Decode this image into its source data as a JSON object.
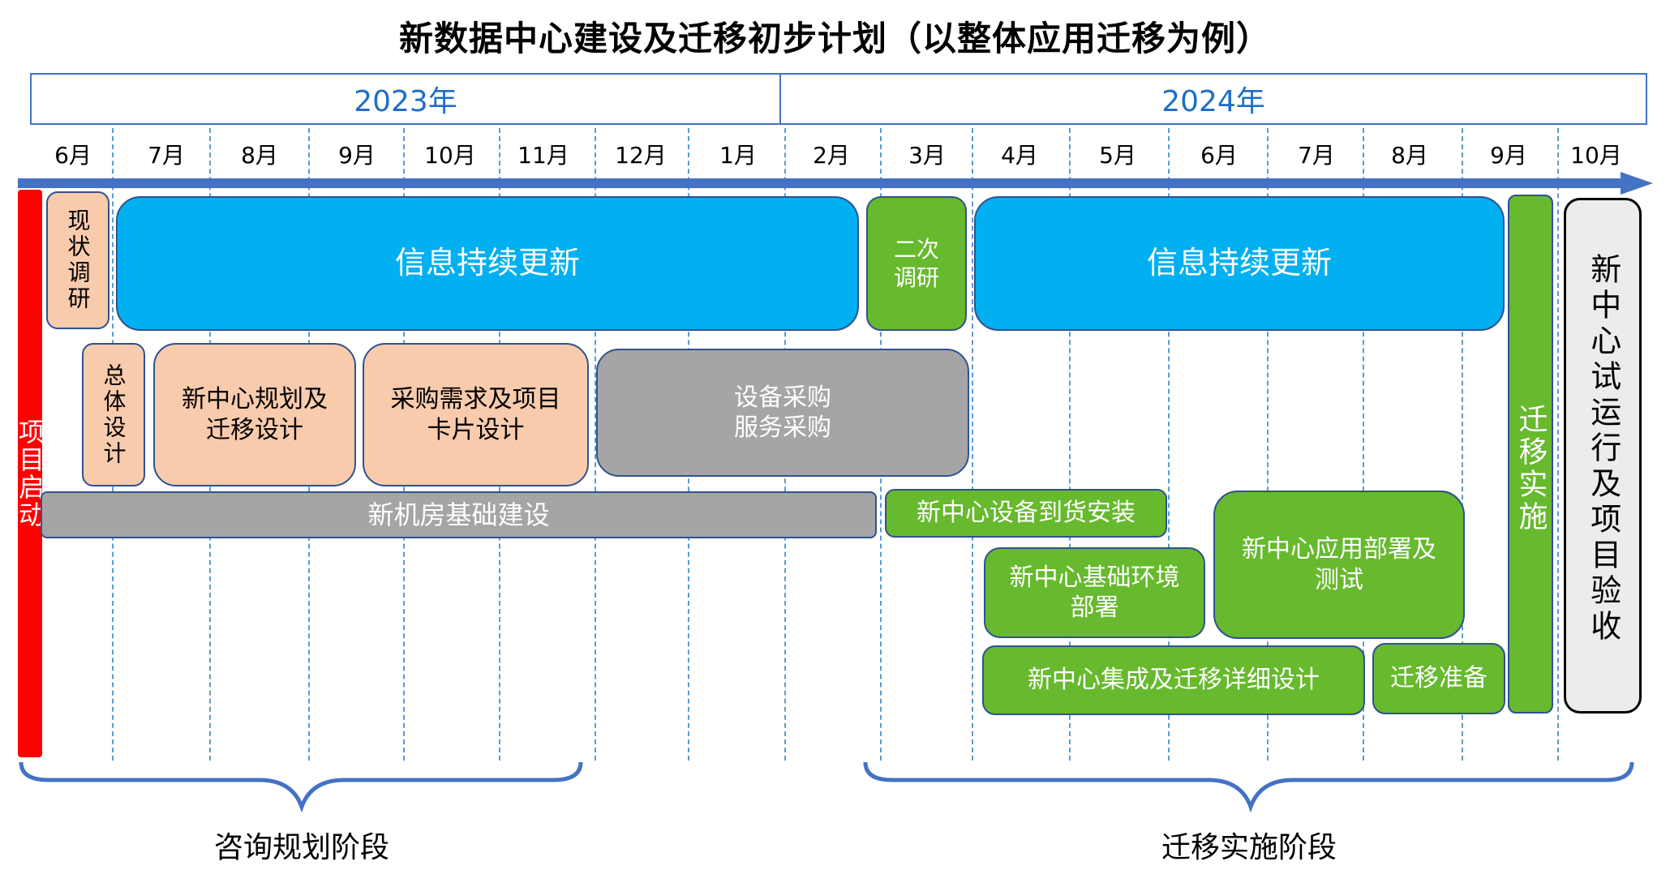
{
  "title": "新数据中心建设及迁移初步计划（以整体应用迁移为例）",
  "years": [
    "2023年",
    "2024年"
  ],
  "months": [
    "6月",
    "7月",
    "8月",
    "9月",
    "10月",
    "11月",
    "12月",
    "1月",
    "2月",
    "3月",
    "4月",
    "5月",
    "6月",
    "7月",
    "8月",
    "9月",
    "10月"
  ],
  "milestone": {
    "label": "项目启动",
    "color": "#ff0000"
  },
  "tasks": {
    "survey": "现状调研",
    "info_update_1": "信息持续更新",
    "second_survey": "二次调研",
    "info_update_2": "信息持续更新",
    "migration_exec": "迁移实施",
    "trial_acceptance": "新中心试运行及项目验收",
    "overall_design": "总体设计",
    "planning_design_l1": "新中心规划及",
    "planning_design_l2": "迁移设计",
    "procurement_req_l1": "采购需求及项目",
    "procurement_req_l2": "卡片设计",
    "equip_purchase_l1": "设备采购",
    "equip_purchase_l2": "服务采购",
    "room_construction": "新机房基础建设",
    "equip_install": "新中心设备到货安装",
    "base_env_l1": "新中心基础环境",
    "base_env_l2": "部署",
    "app_deploy_l1": "新中心应用部署及",
    "app_deploy_l2": "测试",
    "detail_design": "新中心集成及迁移详细设计",
    "migration_prep": "迁移准备"
  },
  "phases": [
    "咨询规划阶段",
    "迁移实施阶段"
  ],
  "colors": {
    "axis": "#4472c4",
    "year_text": "#1f6fc5",
    "peach": "#f8cbad",
    "blue": "#00b0f0",
    "green": "#67b92e",
    "gray": "#a5a5a5",
    "light_gray": "#ececec"
  }
}
